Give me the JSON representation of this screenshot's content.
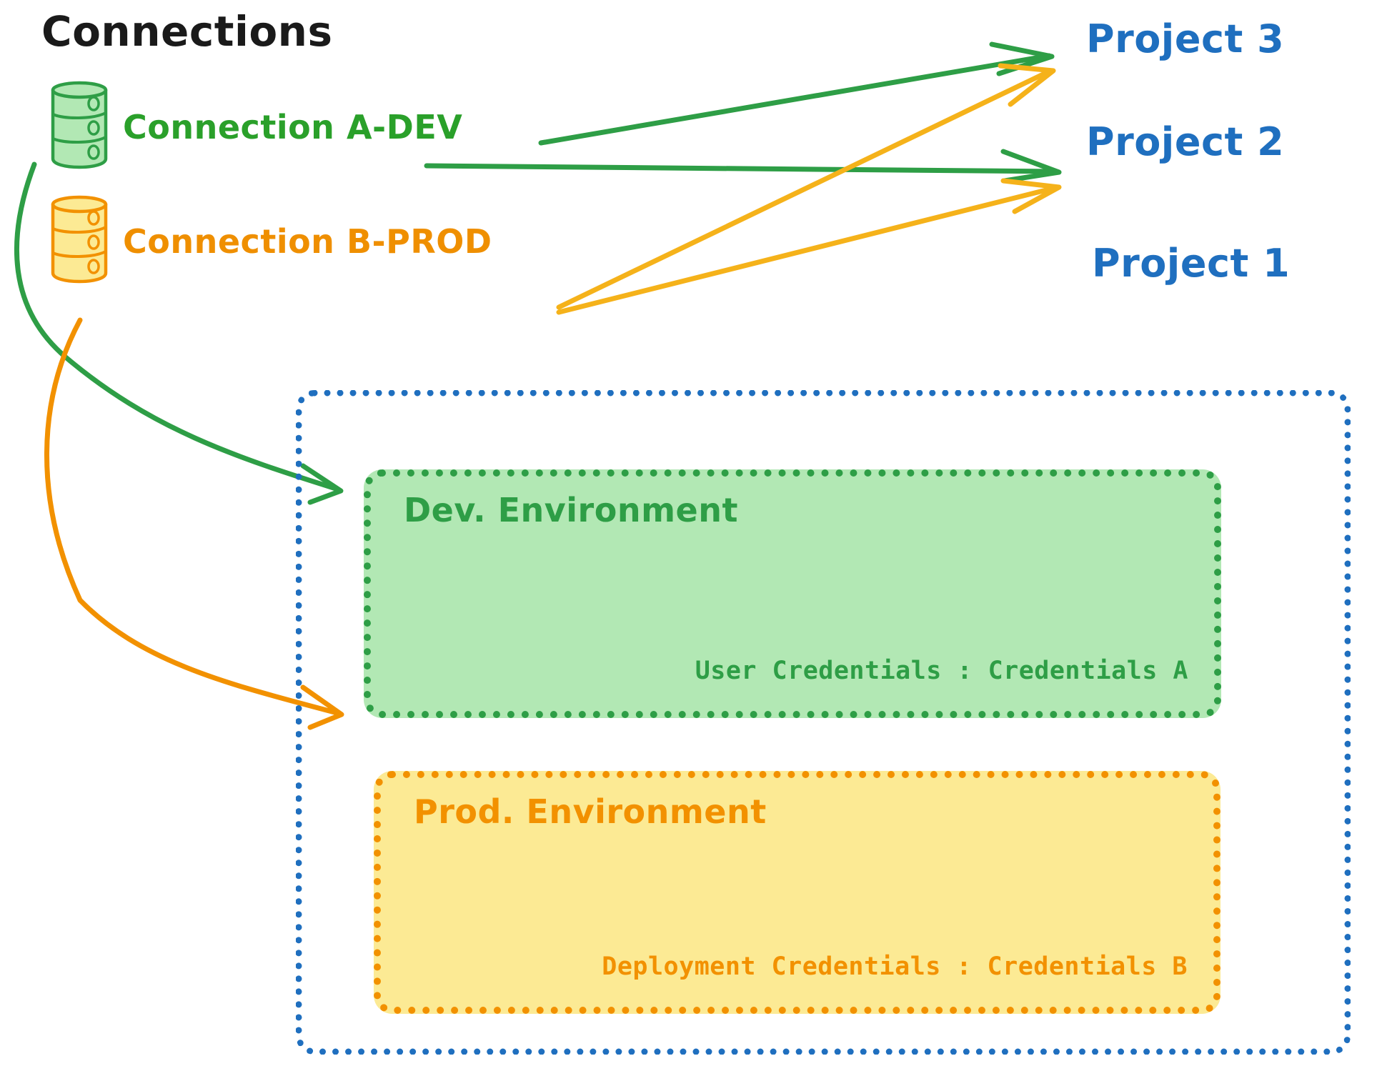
{
  "title": "Connections",
  "colors": {
    "green_stroke": "#2e9e46",
    "green_text": "#2aa02a",
    "green_fill": "#b2e8b4",
    "orange_stroke": "#f29100",
    "orange_text": "#ef8f00",
    "orange_arrow": "#f5b21a",
    "yellow_fill": "#fcea94",
    "blue": "#1f6fbf",
    "black": "#1a1a1a",
    "background": "#ffffff"
  },
  "connections": [
    {
      "id": "a-dev",
      "label": "Connection A-DEV",
      "icon": "database-icon",
      "color": "#2aa02a"
    },
    {
      "id": "b-prod",
      "label": "Connection B-PROD",
      "icon": "database-icon",
      "color": "#ef8f00"
    }
  ],
  "projects": [
    {
      "id": "project-3",
      "label": "Project 3"
    },
    {
      "id": "project-2",
      "label": "Project 2"
    },
    {
      "id": "project-1",
      "label": "Project 1"
    }
  ],
  "project1": {
    "environments": [
      {
        "id": "dev",
        "title": "Dev. Environment",
        "credential_label": "User Credentials",
        "credential_value": "Credentials A",
        "credential_text": "User Credentials : Credentials A"
      },
      {
        "id": "prod",
        "title": "Prod. Environment",
        "credential_label": "Deployment Credentials",
        "credential_value": "Credentials B",
        "credential_text": "Deployment Credentials : Credentials B"
      }
    ]
  },
  "edges": [
    {
      "from": "a-dev",
      "to": "project-3",
      "color": "#2e9e46"
    },
    {
      "from": "a-dev",
      "to": "project-2",
      "color": "#2e9e46"
    },
    {
      "from": "a-dev",
      "to": "dev",
      "color": "#2e9e46"
    },
    {
      "from": "b-prod",
      "to": "project-3",
      "color": "#f5b21a"
    },
    {
      "from": "b-prod",
      "to": "project-2",
      "color": "#f5b21a"
    },
    {
      "from": "b-prod",
      "to": "prod",
      "color": "#f29100"
    }
  ]
}
